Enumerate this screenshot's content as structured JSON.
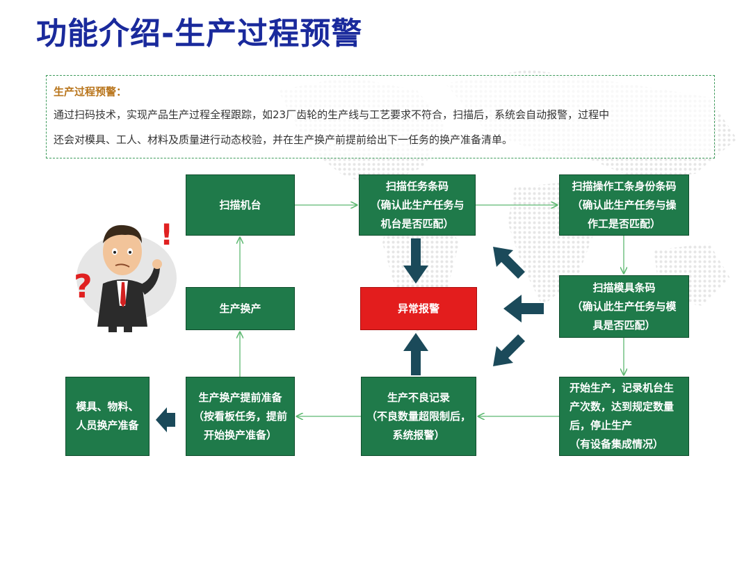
{
  "title": "功能介绍-生产过程预警",
  "description": {
    "heading": "生产过程预警：",
    "lines": [
      "通过扫码技术，实现产品生产过程全程跟踪，如23厂齿轮的生产线与工艺要求不符合，扫描后，系统会自动报警，过程中",
      "还会对模具、工人、材料及质量进行动态校验，并在生产换产前提前给出下一任务的换产准备清单。"
    ]
  },
  "flow": {
    "scan_machine": "扫描机台",
    "scan_task": "扫描任务条码\n（确认此生产任务与\n机台是否匹配）",
    "scan_worker": "扫描操作工条身份条码\n（确认此生产任务与操\n作工是否匹配）",
    "production_change": "生产换产",
    "alarm": "异常报警",
    "scan_mold": "扫描模具条码\n（确认此生产任务与模\n具是否匹配）",
    "prepare_resources": "模具、物料、\n人员换产准备",
    "prepare_change": "生产换产提前准备\n（按看板任务，提前\n开始换产准备）",
    "defect_record": "生产不良记录\n（不良数量超限制后，\n系统报警）",
    "start_production": "开始生产，记录机台生\n产次数，达到规定数量\n后，停止生产\n（有设备集成情况）"
  },
  "colors": {
    "title": "#1a2a9c",
    "box_green": "#1f7a4a",
    "alarm_red": "#e31d1d",
    "arrow_dark": "#1b4a5a",
    "connector": "#5cb870",
    "heading_orange": "#b8741a"
  },
  "icons": {
    "person": "confused-businessman-icon",
    "question_mark": "question-mark-icon",
    "exclamation_mark": "exclamation-mark-icon"
  }
}
